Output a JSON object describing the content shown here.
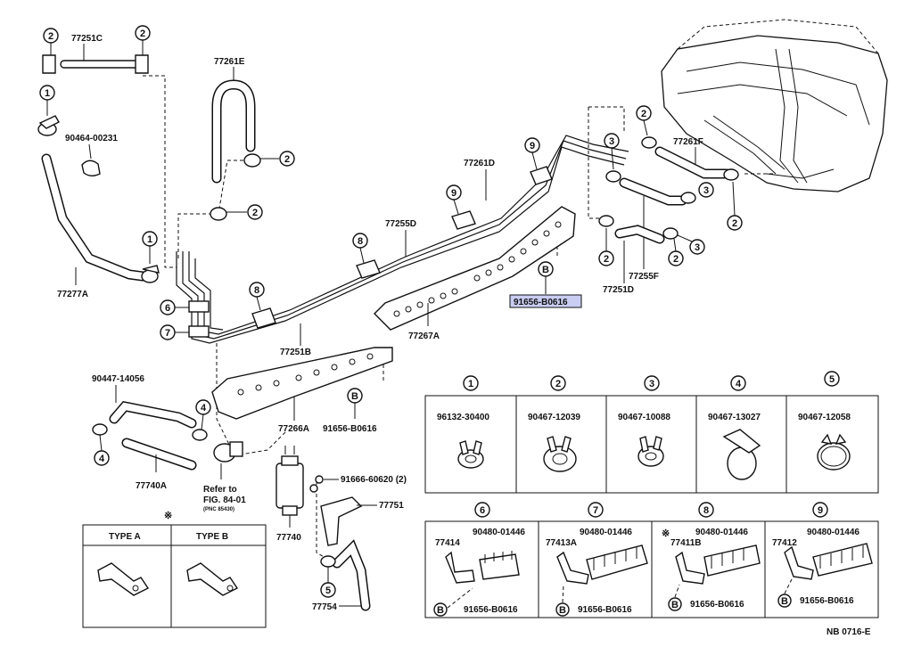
{
  "labels": {
    "p77251C": "77251C",
    "p77261E": "77261E",
    "p90464": "90464-00231",
    "p77277A": "77277A",
    "p77261D": "77261D",
    "p77255D": "77255D",
    "p77251B": "77251B",
    "p77267A": "77267A",
    "p77261F": "77261F",
    "p77255F": "77255F",
    "p77251D": "77251D",
    "p91656_hl": "91656-B0616",
    "p91656_mid": "91656-B0616",
    "p77266A": "77266A",
    "p90447": "90447-14056",
    "p77740A": "77740A",
    "refer1": "Refer to",
    "refer2": "FIG. 84-01",
    "refer3": "(PNC 85430)",
    "p77740": "77740",
    "p91666": "91666-60620 (2)",
    "p77751": "77751",
    "p77754": "77754",
    "letterB": "B",
    "asterisk": "※",
    "fig_code": "NB 0716-E"
  },
  "callouts": [
    "1",
    "2",
    "3",
    "4",
    "5",
    "6",
    "7",
    "8",
    "9"
  ],
  "type_table": {
    "type_a": "TYPE A",
    "type_b": "TYPE B"
  },
  "clamp_table": [
    {
      "num": "1",
      "part": "96132-30400"
    },
    {
      "num": "2",
      "part": "90467-12039"
    },
    {
      "num": "3",
      "part": "90467-10088"
    },
    {
      "num": "4",
      "part": "90467-13027"
    },
    {
      "num": "5",
      "part": "90467-12058"
    }
  ],
  "clamp_table2": [
    {
      "num": "6",
      "part": "90480-01446",
      "bracket": "77414",
      "bolt": "91656-B0616"
    },
    {
      "num": "7",
      "part": "90480-01446",
      "bracket": "77413A",
      "bolt": "91656-B0616"
    },
    {
      "num": "8",
      "part": "90480-01446",
      "bracket": "77411B",
      "bolt": "91656-B0616",
      "mark": "※"
    },
    {
      "num": "9",
      "part": "90480-01446",
      "bracket": "77412",
      "bolt": "91656-B0616"
    }
  ],
  "colors": {
    "highlight": "#c9cdf2",
    "ink": "#111111"
  }
}
